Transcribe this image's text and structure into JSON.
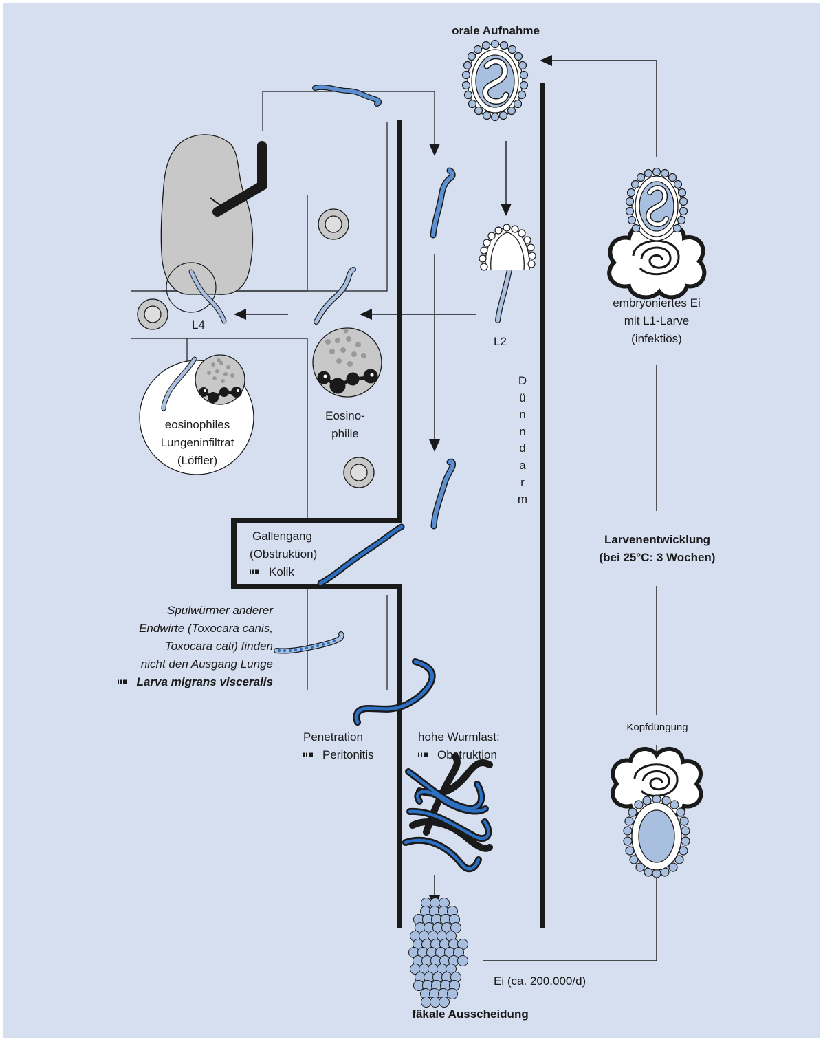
{
  "labels": {
    "oral_intake": "orale Aufnahme",
    "fecal_excretion": "fäkale Ausscheidung",
    "egg_output": "Ei (ca. 200.000/d)",
    "head_fertilization": "Kopfdüngung",
    "larval_development": [
      "Larvenentwicklung",
      "(bei 25°C: 3 Wochen)"
    ],
    "embryonated_egg": [
      "embryoniertes Ei",
      "mit L1-Larve",
      "(infektiös)"
    ],
    "small_intestine": "Dünndarm",
    "stage_l2": "L2",
    "stage_l4": "L4",
    "eosinophilia": [
      "Eosino-",
      "philie"
    ],
    "lung_infiltrate": [
      "eosinophiles",
      "Lungeninfiltrat",
      "(Löffler)"
    ],
    "bile_duct": [
      "Gallengang",
      "(Obstruktion)",
      "Kolik"
    ],
    "other_hosts": [
      "Spulwürmer anderer",
      "Endwirte (Toxocara canis,",
      "Toxocara cati) finden",
      "nicht den Ausgang Lunge",
      "Larva migrans visceralis"
    ],
    "penetration": [
      "Penetration",
      "Peritonitis"
    ],
    "high_worm_load": [
      "hohe Wurmlast:",
      "Obstruktion"
    ]
  },
  "colors": {
    "background": "#d6dff0",
    "border": "#ffffff",
    "ink": "#1a1a1a",
    "worm_light": "#a9bfe0",
    "worm_mid": "#5b8fd0",
    "worm_dark": "#2d6fc0",
    "lung_gray": "#c8c8c8",
    "cell_gray": "#bdbdbd"
  },
  "icons": [
    "lung-icon",
    "egg-icon",
    "eosinophil-icon",
    "worm-icon",
    "cell-icon",
    "feces-icon"
  ]
}
